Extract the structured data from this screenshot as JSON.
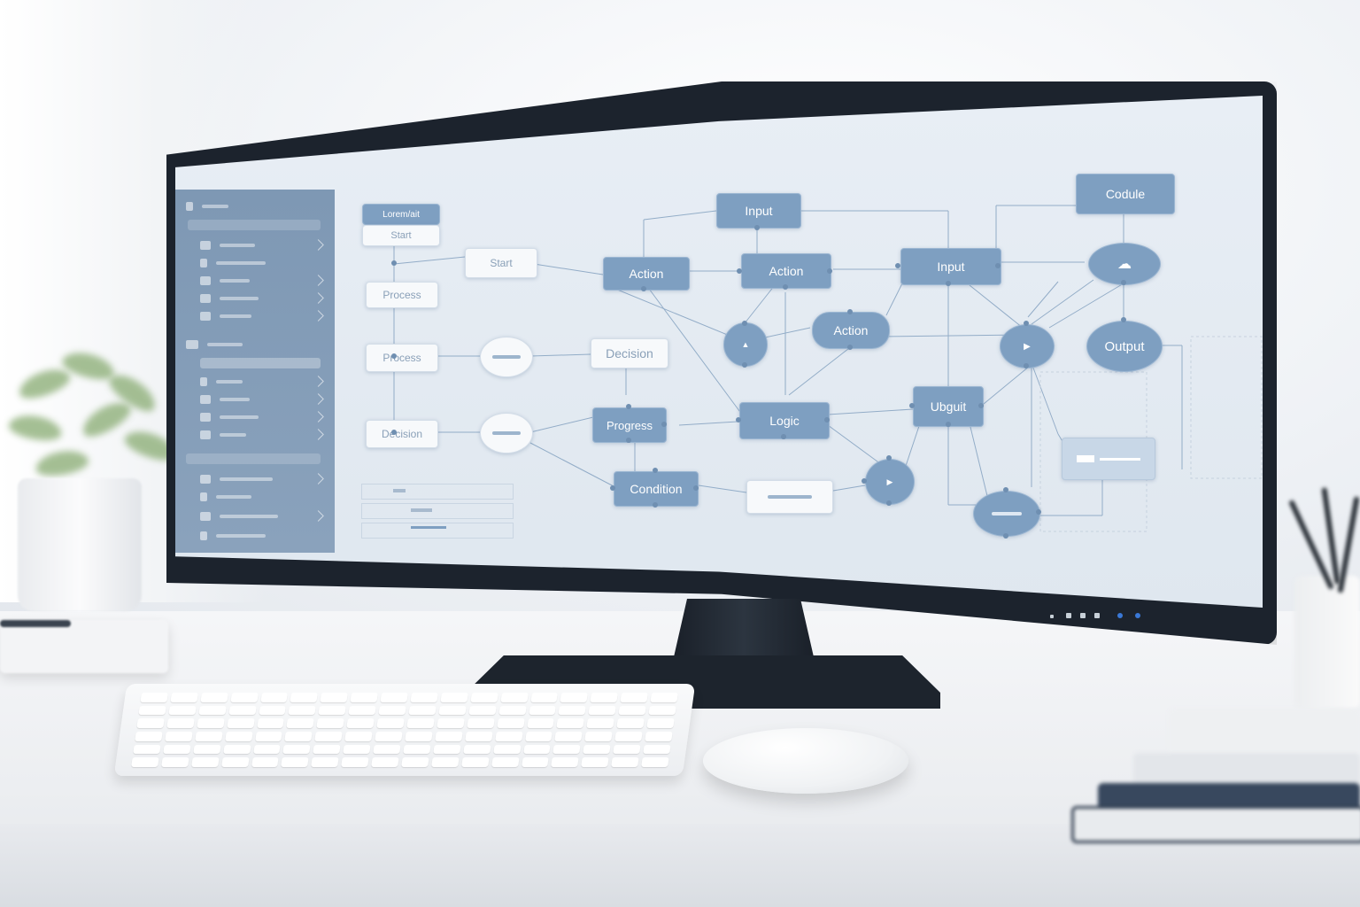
{
  "diagram": {
    "nodes": {
      "header_small": "Lorem/ait",
      "start_top": "Start",
      "start_mid": "Start",
      "process_1": "Process",
      "process_2": "Process",
      "decision_left": "Decision",
      "decision_center": "Decision",
      "input_top": "Input",
      "action_left": "Action",
      "action_mid": "Action",
      "action_center": "Action",
      "input_right": "Input",
      "codule": "Codule",
      "output": "Output",
      "progress": "Progress",
      "logic": "Logic",
      "ubguit": "Ubguit",
      "condition": "Condition"
    }
  },
  "colors": {
    "node_primary": "#7e9fc1",
    "node_light": "#f7f9fb",
    "sidebar": "#7e98b4",
    "monitor_frame": "#1c232d"
  }
}
